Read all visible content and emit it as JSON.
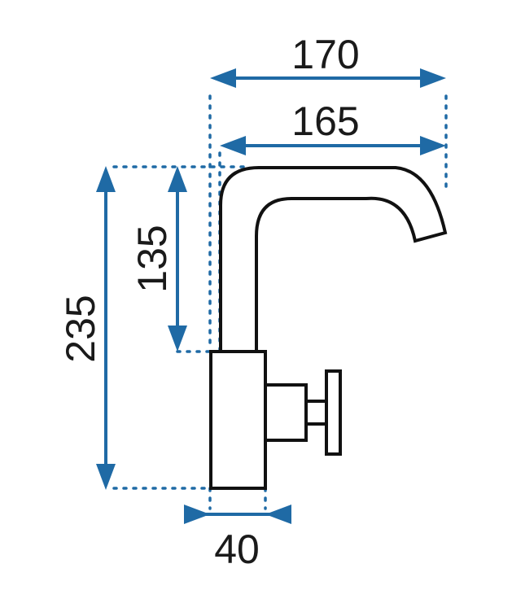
{
  "dimensions": {
    "total_reach": "170",
    "spout_reach": "165",
    "total_height": "235",
    "spout_height": "135",
    "body_width": "40"
  },
  "colors": {
    "dimension": "#1f6aa5",
    "outline": "#111111",
    "text": "#1a1a1a"
  }
}
